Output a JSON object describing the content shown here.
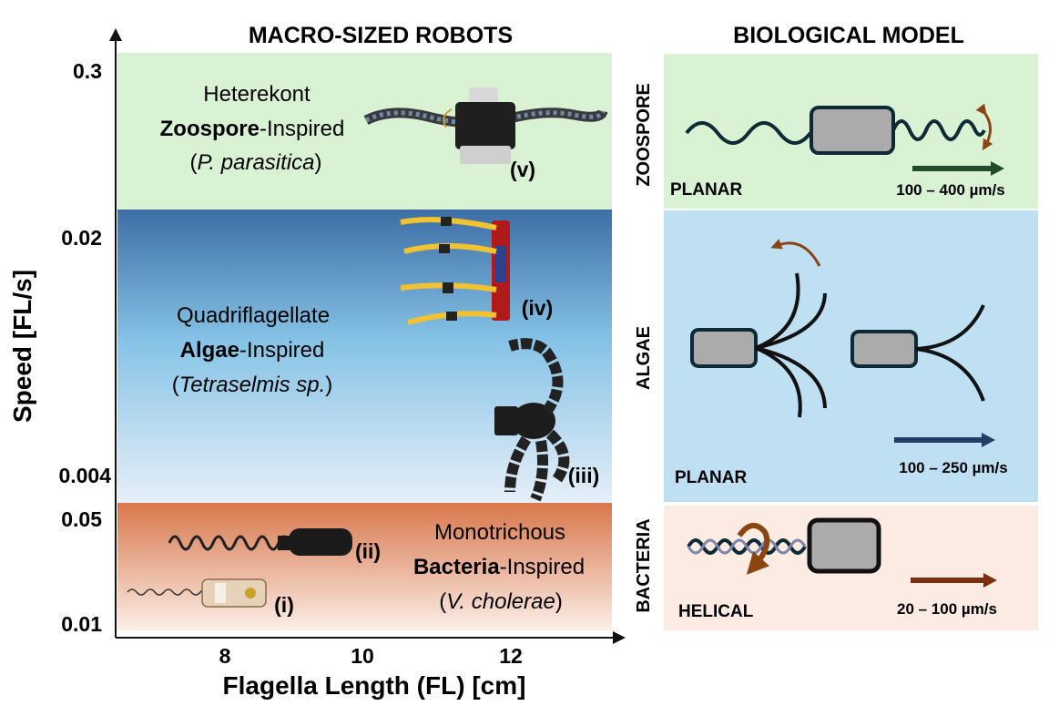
{
  "headers": {
    "left": "MACRO-SIZED ROBOTS",
    "right": "BIOLOGICAL MODEL"
  },
  "axes": {
    "ylabel": "Speed [FL/s]",
    "xlabel": "Flagella Length (FL) [cm]",
    "yticks": [
      "0.3",
      "0.02",
      "0.004",
      "0.05",
      "0.01"
    ],
    "xticks": [
      "8",
      "10",
      "12"
    ]
  },
  "zoospore": {
    "line1": "Heterekont",
    "bold": "Zoospore",
    "suffix": "-Inspired",
    "species": "P. parasitica",
    "robot_label": "(v)",
    "side_label": "ZOOSPORE",
    "motion": "PLANAR",
    "speed": "100 – 400 µm/s"
  },
  "algae": {
    "line1": "Quadriflagellate",
    "bold": "Algae",
    "suffix": "-Inspired",
    "species": "Tetraselmis sp.",
    "robot_label_1": "(iv)",
    "robot_label_2": "(iii)",
    "side_label": "ALGAE",
    "motion": "PLANAR",
    "speed": "100 – 250 µm/s"
  },
  "bacteria": {
    "line1": "Monotrichous",
    "bold": "Bacteria",
    "suffix": "-Inspired",
    "species": "V. cholerae",
    "robot_label_1": "(ii)",
    "robot_label_2": "(i)",
    "side_label": "BACTERIA",
    "motion": "HELICAL",
    "speed": "20 – 100 µm/s"
  },
  "colors": {
    "zoospore_bg": "#d9f2d4",
    "algae_top": "#3b6fa8",
    "algae_bottom": "#e3eef8",
    "algae_panel": "#bfe0f3",
    "bacteria_top": "#d8774b",
    "bacteria_bottom": "#fbeee7",
    "bacteria_panel": "#fbebe3",
    "arrow_green": "#1f4d2c",
    "arrow_blue": "#1f3f66",
    "arrow_brown": "#7a3010",
    "curl": "#8b4513",
    "body_gray": "#ababab",
    "outline": "#0f2a35"
  }
}
